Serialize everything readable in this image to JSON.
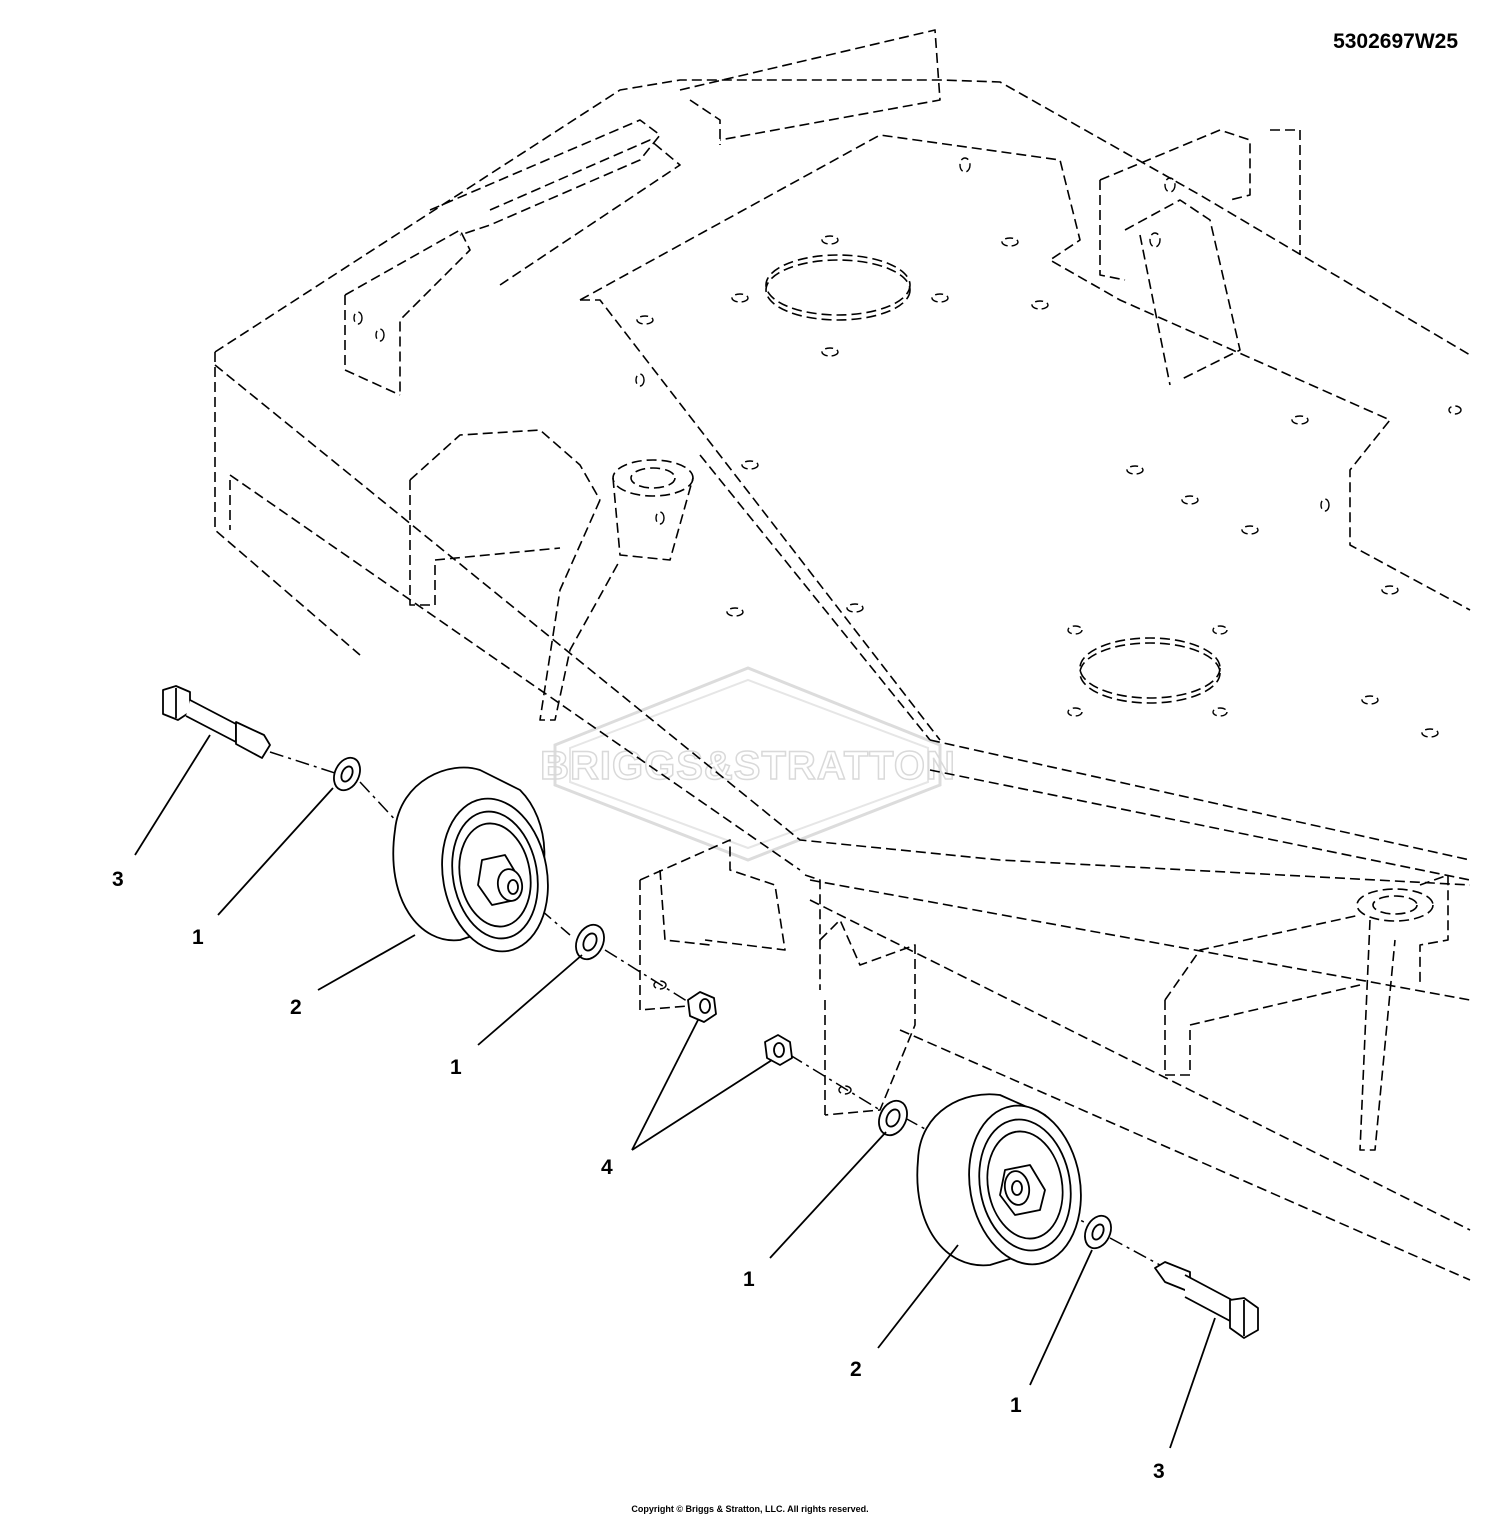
{
  "part_number": "5302697W25",
  "copyright": "Copyright © Briggs & Stratton, LLC. All rights reserved.",
  "watermark": "BRIGGS&STRATTON",
  "callouts": {
    "c1": "3",
    "c2": "1",
    "c3": "2",
    "c4": "1",
    "c5": "4",
    "c6": "1",
    "c7": "2",
    "c8": "1",
    "c9": "3"
  }
}
